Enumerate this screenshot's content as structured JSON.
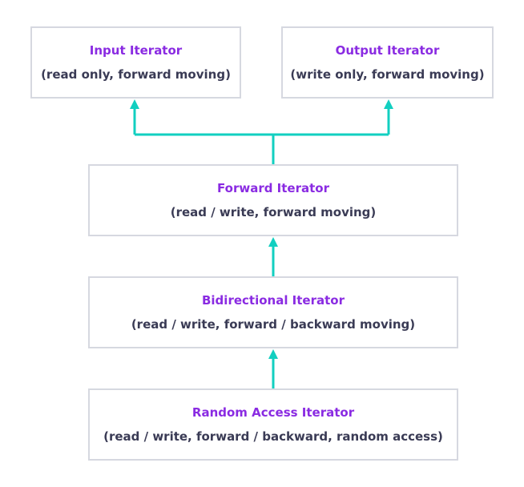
{
  "colors": {
    "title": "#8a2be2",
    "subtitle": "#3a3b55",
    "border": "#d6d8e0",
    "connector": "#12cfc0"
  },
  "nodes": {
    "input": {
      "title": "Input Iterator",
      "subtitle": "(read only, forward moving)"
    },
    "output": {
      "title": "Output Iterator",
      "subtitle": "(write only, forward moving)"
    },
    "forward": {
      "title": "Forward Iterator",
      "subtitle": "(read / write, forward moving)"
    },
    "bidirectional": {
      "title": "Bidirectional Iterator",
      "subtitle": "(read / write, forward / backward moving)"
    },
    "random": {
      "title": "Random Access Iterator",
      "subtitle": "(read / write, forward / backward, random access)"
    }
  },
  "edges": [
    {
      "from": "forward",
      "to": "input"
    },
    {
      "from": "forward",
      "to": "output"
    },
    {
      "from": "bidirectional",
      "to": "forward"
    },
    {
      "from": "random",
      "to": "bidirectional"
    }
  ]
}
